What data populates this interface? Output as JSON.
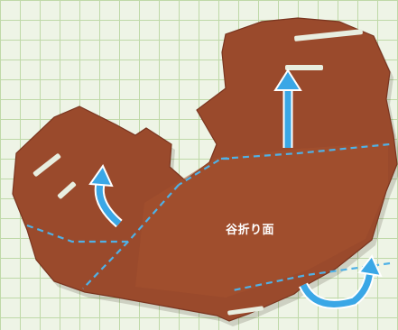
{
  "annotation": {
    "label": "谷折り面"
  },
  "colors": {
    "mat_background": "#eef4e6",
    "grid_lines": "#bfd9a8",
    "paper": "#9a4a2c",
    "fold_line": "#4fb1e6",
    "arrow_fill": "#3aa7e6",
    "arrow_outline": "#ffffff"
  },
  "scene": {
    "description_tags": [
      "cutting-mat-grid",
      "paper-craft-template",
      "dashed-valley-fold-lines",
      "fold-direction-arrows"
    ]
  }
}
